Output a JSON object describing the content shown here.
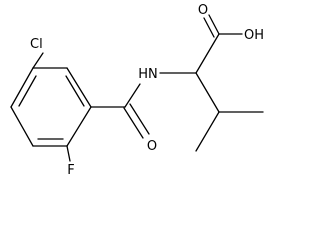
{
  "molecule": {
    "atoms": {
      "chlorine": "Cl",
      "fluorine": "F",
      "amide_nitrogen": "HN",
      "carbonyl_oxygen": "O",
      "acid_oxygen": "O",
      "hydroxyl": "OH"
    }
  }
}
